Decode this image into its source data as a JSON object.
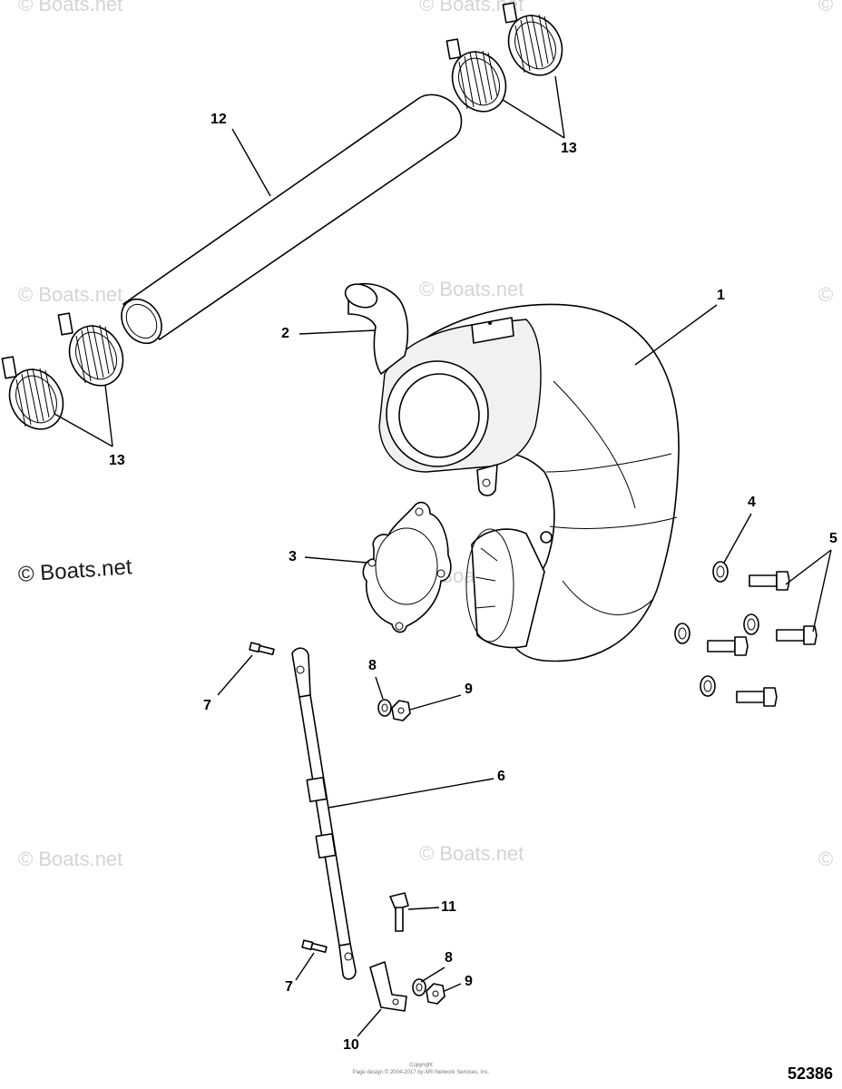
{
  "diagram": {
    "id_number": "52386",
    "copyright_lines": [
      "Copyright",
      "Page design © 2004-2017 by ARI Network Services, Inc."
    ]
  },
  "watermarks": {
    "main": "© Boats.net",
    "faint": "© Boats.net",
    "symbol": "©"
  },
  "callouts": {
    "c1": "1",
    "c2": "2",
    "c3": "3",
    "c4": "4",
    "c5": "5",
    "c6": "6",
    "c7a": "7",
    "c7b": "7",
    "c8a": "8",
    "c8b": "8",
    "c9a": "9",
    "c9b": "9",
    "c10": "10",
    "c11": "11",
    "c12": "12",
    "c13a": "13",
    "c13b": "13"
  }
}
